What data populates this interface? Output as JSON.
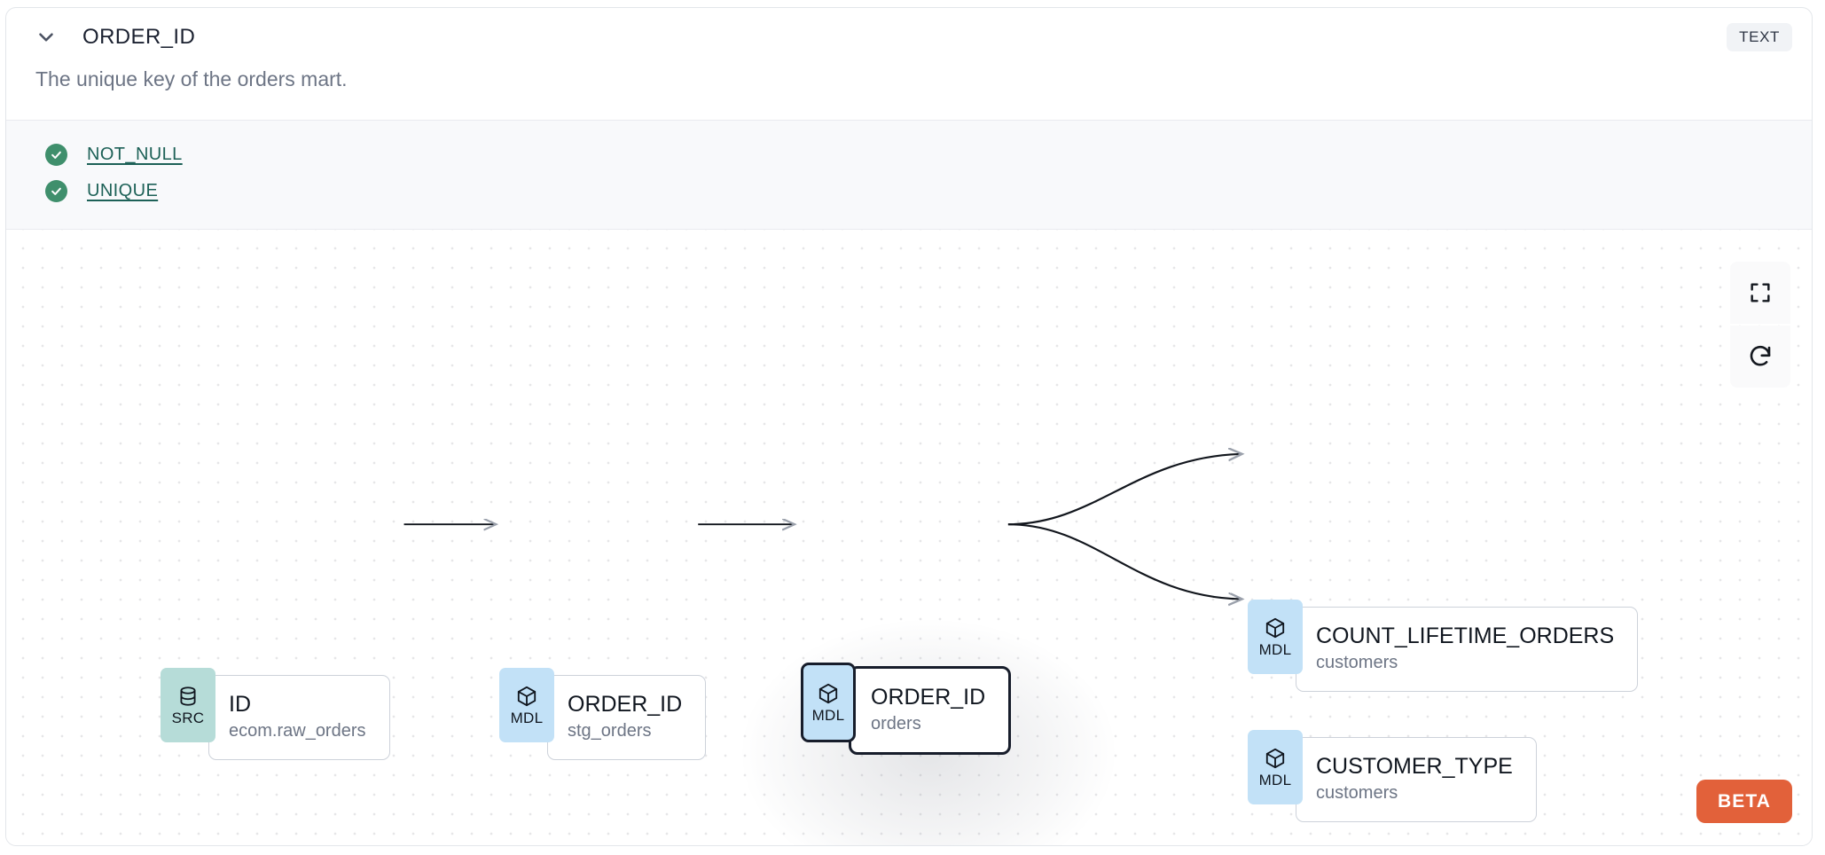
{
  "header": {
    "collapse_icon": "chevron-down-icon",
    "title": "ORDER_ID",
    "type_badge": "TEXT"
  },
  "description": "The unique key of the orders mart.",
  "tests": {
    "status_icon": "check-circle-icon",
    "items": [
      {
        "label": "NOT_NULL",
        "status": "pass"
      },
      {
        "label": "UNIQUE",
        "status": "pass"
      }
    ]
  },
  "lineage": {
    "nodes": [
      {
        "id": "n1",
        "kind": "SRC",
        "icon": "database-icon",
        "name": "ID",
        "resource": "ecom.raw_orders",
        "selected": false
      },
      {
        "id": "n2",
        "kind": "MDL",
        "icon": "cube-icon",
        "name": "ORDER_ID",
        "resource": "stg_orders",
        "selected": false
      },
      {
        "id": "n3",
        "kind": "MDL",
        "icon": "cube-icon",
        "name": "ORDER_ID",
        "resource": "orders",
        "selected": true
      },
      {
        "id": "n4",
        "kind": "MDL",
        "icon": "cube-icon",
        "name": "COUNT_LIFETIME_ORDERS",
        "resource": "customers",
        "selected": false
      },
      {
        "id": "n5",
        "kind": "MDL",
        "icon": "cube-icon",
        "name": "CUSTOMER_TYPE",
        "resource": "customers",
        "selected": false
      }
    ],
    "edges": [
      {
        "from": "n1",
        "to": "n2",
        "style": "straight"
      },
      {
        "from": "n2",
        "to": "n3",
        "style": "straight"
      },
      {
        "from": "n3",
        "to": "n4",
        "style": "curved"
      },
      {
        "from": "n3",
        "to": "n5",
        "style": "curved"
      }
    ],
    "controls": [
      {
        "name": "fit-view",
        "icon": "fit-screen-icon"
      },
      {
        "name": "reset-layout",
        "icon": "refresh-icon"
      }
    ],
    "beta_badge": "BETA"
  },
  "colors": {
    "src_badge": "#b6dcd8",
    "mdl_badge": "#c2e1f7",
    "test_pass": "#3f8f6c",
    "test_link": "#1d6157",
    "beta": "#e2613a",
    "selected_border": "#171d2b",
    "muted_text": "#6d7585"
  }
}
